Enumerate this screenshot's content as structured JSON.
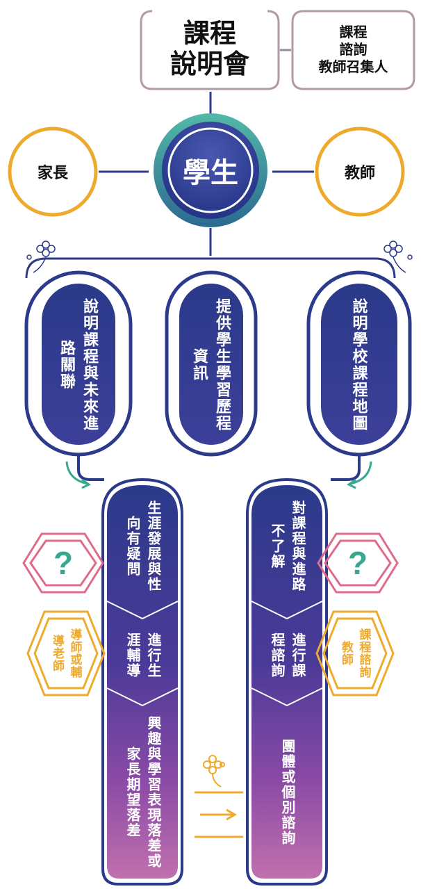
{
  "top": {
    "briefing": "課程\n說明會",
    "convener": "課程\n諮詢\n教師召集人"
  },
  "center": {
    "student": "學生"
  },
  "sides": {
    "parents": "家長",
    "teacher": "教師"
  },
  "pills": [
    {
      "text": "說明課程與未來進路關聯"
    },
    {
      "text": "提供學生學習歷程資訊"
    },
    {
      "text": "說明學校課程地圖"
    }
  ],
  "left_column": {
    "step1": "生涯發展與性向有疑問",
    "step2": "進行生涯輔導",
    "step3": "興趣與學習表現落差或家長期望落差"
  },
  "right_column": {
    "step1": "對課程與進路不了解",
    "step2": "進行課程諮詢",
    "step3": "團體或個別諮詢"
  },
  "question_mark": "?",
  "side_roles": {
    "left": "導師或輔導老師",
    "right": "課程諮詢教師"
  },
  "colors": {
    "navy": "#2b3a8a",
    "purple": "#4b3a98",
    "pink": "#c06aa8",
    "orange": "#eeaa2c",
    "pink_red": "#e06a8a",
    "gray_line": "#b39aa8",
    "teal": "#3aa890"
  }
}
